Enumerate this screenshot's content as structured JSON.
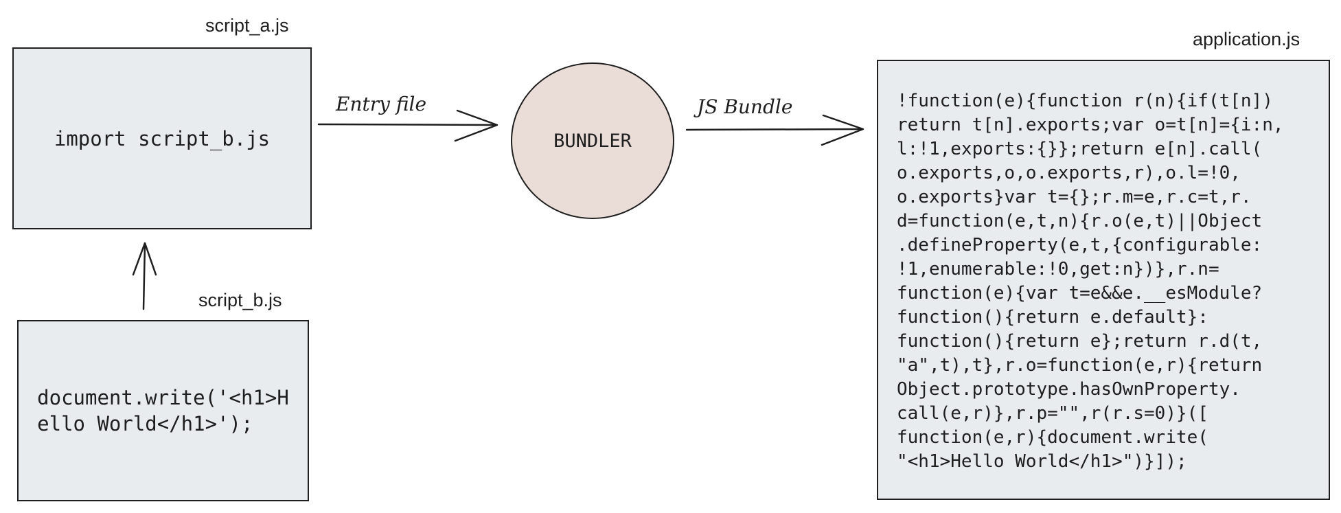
{
  "colors": {
    "box_fill": "#e9ecef",
    "circle_fill": "#eaddd7",
    "stroke": "#1e1e1e"
  },
  "script_a": {
    "filename": "script_a.js",
    "code": "import script_b.js"
  },
  "script_b": {
    "filename": "script_b.js",
    "code": "document.write('<h1>H\nello World</h1>');"
  },
  "bundler": {
    "label": "BUNDLER"
  },
  "arrows": {
    "entry_label": "Entry file",
    "bundle_label": "JS Bundle"
  },
  "application": {
    "filename": "application.js",
    "code_lines": [
      "!function(e){function r(n){if(t[n])",
      "return t[n].exports;var o=t[n]={i:n,",
      "l:!1,exports:{}};return e[n].call(",
      "o.exports,o,o.exports,r),o.l=!0,",
      "o.exports}var t={};r.m=e,r.c=t,r.",
      "d=function(e,t,n){r.o(e,t)||Object",
      ".defineProperty(e,t,{configurable:",
      "!1,enumerable:!0,get:n})},r.n=",
      "function(e){var t=e&&e.__esModule?",
      "function(){return e.default}:",
      "function(){return e};return r.d(t,",
      "\"a\",t),t},r.o=function(e,r){return",
      "Object.prototype.hasOwnProperty.",
      "call(e,r)},r.p=\"\",r(r.s=0)}([",
      "function(e,r){document.write(",
      "\"<h1>Hello World</h1>\")}]);"
    ]
  }
}
